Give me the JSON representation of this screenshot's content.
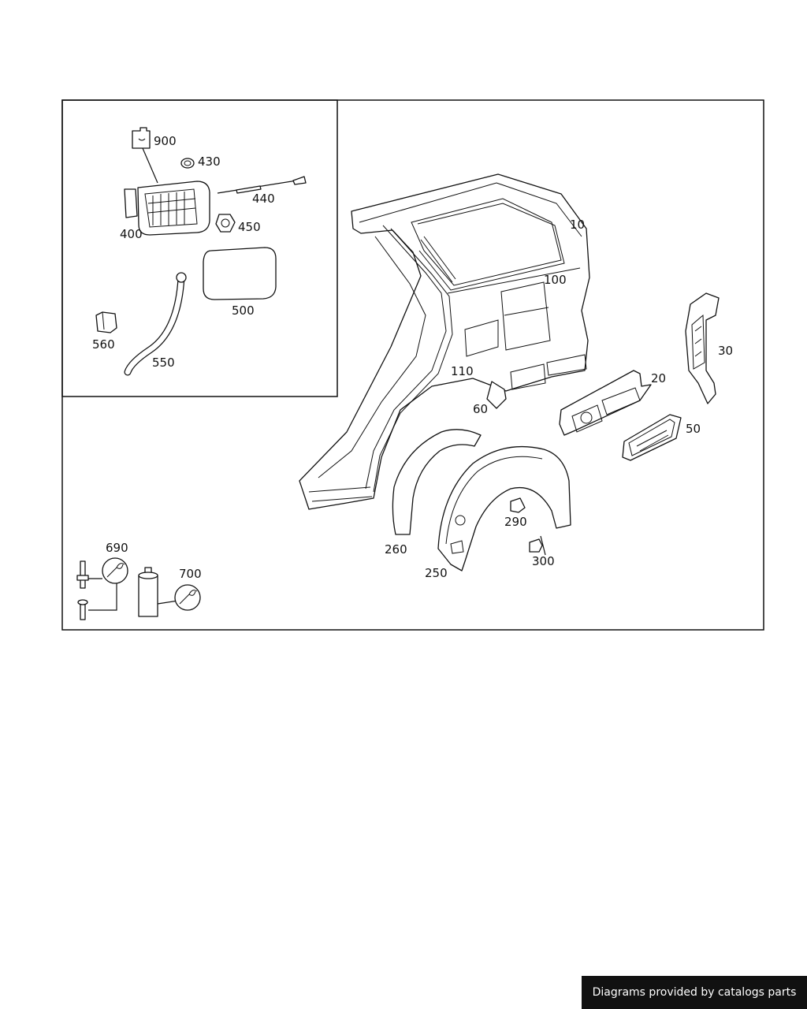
{
  "labels": {
    "l900": "900",
    "l430": "430",
    "l440": "440",
    "l400": "400",
    "l450": "450",
    "l500": "500",
    "l560": "560",
    "l550": "550",
    "l10": "10",
    "l100": "100",
    "l30": "30",
    "l110": "110",
    "l20": "20",
    "l60": "60",
    "l50": "50",
    "l290": "290",
    "l260": "260",
    "l300": "300",
    "l250": "250",
    "l690": "690",
    "l700": "700"
  },
  "footer": {
    "credit": "Diagrams provided by catalogs parts"
  }
}
